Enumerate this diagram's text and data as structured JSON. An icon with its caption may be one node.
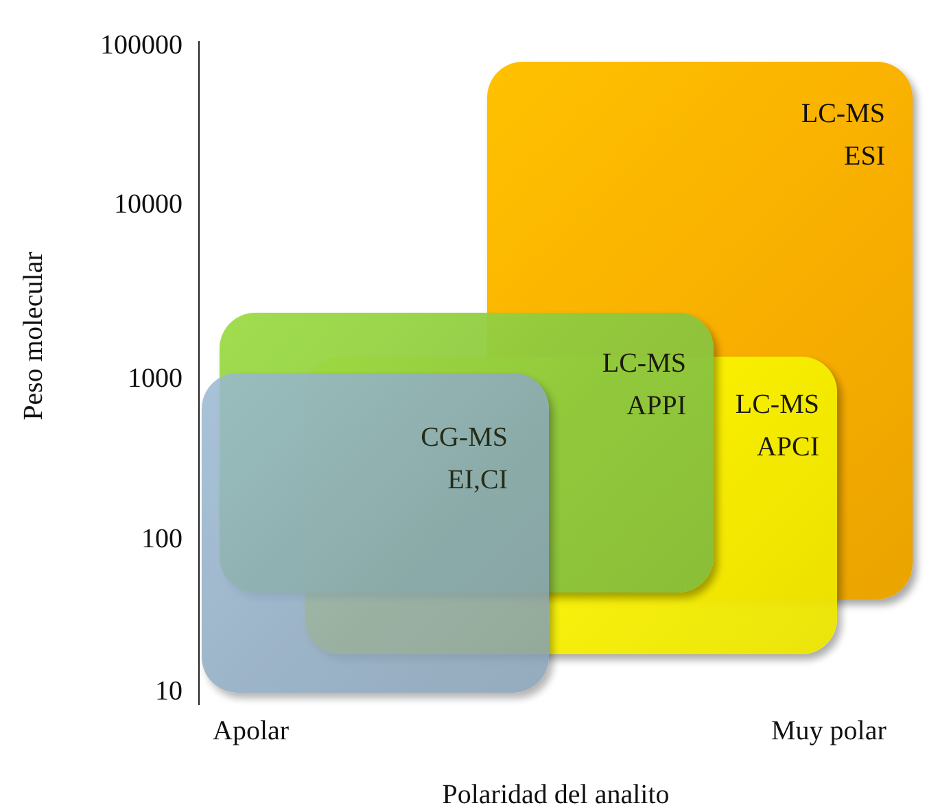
{
  "diagram": {
    "nodes": [
      {
        "text": [
          "LC-MS ESI"
        ]
      },
      {
        "text": [
          "LC-MS APCI"
        ]
      },
      {
        "text": [
          "LC-MS APPI"
        ]
      },
      {
        "text": [
          "CG-MS EI,CI"
        ]
      }
    ],
    "edges": [],
    "labels": [
      "100000",
      "10000",
      "1000",
      "100",
      "10",
      "Peso molecular",
      "Apolar",
      "Muy polar",
      "Polaridad del analito"
    ]
  }
}
